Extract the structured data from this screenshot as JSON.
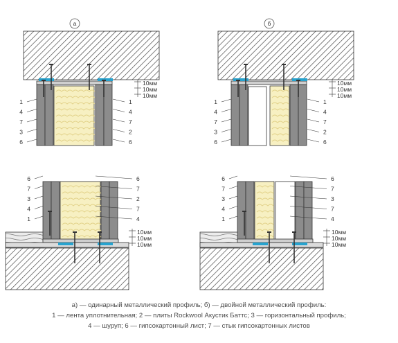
{
  "panel_labels": {
    "a": "а",
    "b": "б"
  },
  "dimension": "10мм",
  "callouts": {
    "top_a_left": [
      "1",
      "4",
      "7",
      "3",
      "6"
    ],
    "top_a_right": [
      "1",
      "4",
      "7",
      "2",
      "6"
    ],
    "top_b_left": [
      "1",
      "4",
      "7",
      "3",
      "6"
    ],
    "top_b_right": [
      "1",
      "4",
      "7",
      "2",
      "6"
    ],
    "bottom_a_left": [
      "6",
      "7",
      "3",
      "4",
      "1"
    ],
    "bottom_a_right": [
      "6",
      "7",
      "2",
      "7",
      "4"
    ],
    "bottom_b_left": [
      "6",
      "7",
      "3",
      "4",
      "1"
    ],
    "bottom_b_right": [
      "6",
      "7",
      "3",
      "7",
      "4"
    ]
  },
  "caption": {
    "line1": "а) — одинарный металлический профиль; б) — двойной металлический профиль:",
    "line2": "1 — лента уплотнительная; 2 — плиты Rockwool Акустик Баттс; 3 — горизонтальный профиль;",
    "line3": "4 — шуруп; 6 — гипсокартонный лист; 7 — стык гипсокартонных листов"
  },
  "colors": {
    "concrete_hatch": "#3b3b3b",
    "concrete_fill": "#ffffff",
    "gypsum": "#8c8c8c",
    "insulation": "#f7f0c2",
    "insulation_wave": "#e2d28a",
    "sealing_tape": "#27a3cf",
    "line": "#333333"
  }
}
